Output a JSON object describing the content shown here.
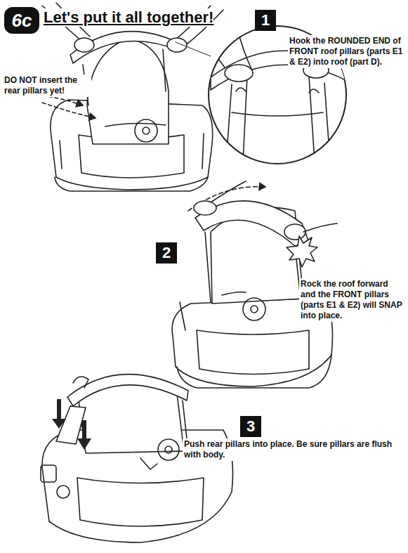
{
  "diagram": {
    "title": "Let's put it all together!",
    "nodes": [
      {
        "text": [
          "6c"
        ]
      },
      {
        "text": [
          "1"
        ]
      },
      {
        "text": [
          "2"
        ]
      },
      {
        "text": [
          "3"
        ]
      }
    ],
    "labels": [
      "DO NOT insert the rear pillars yet!",
      "Hook the ROUNDED END of FRONT roof pillars (parts E1 & E2) into roof (part D).",
      "Rock the roof forward and the FRONT pillars (parts E1 & E2) will SNAP into place.",
      "Push rear pillars into place. Be sure pillars are flush with body."
    ]
  }
}
